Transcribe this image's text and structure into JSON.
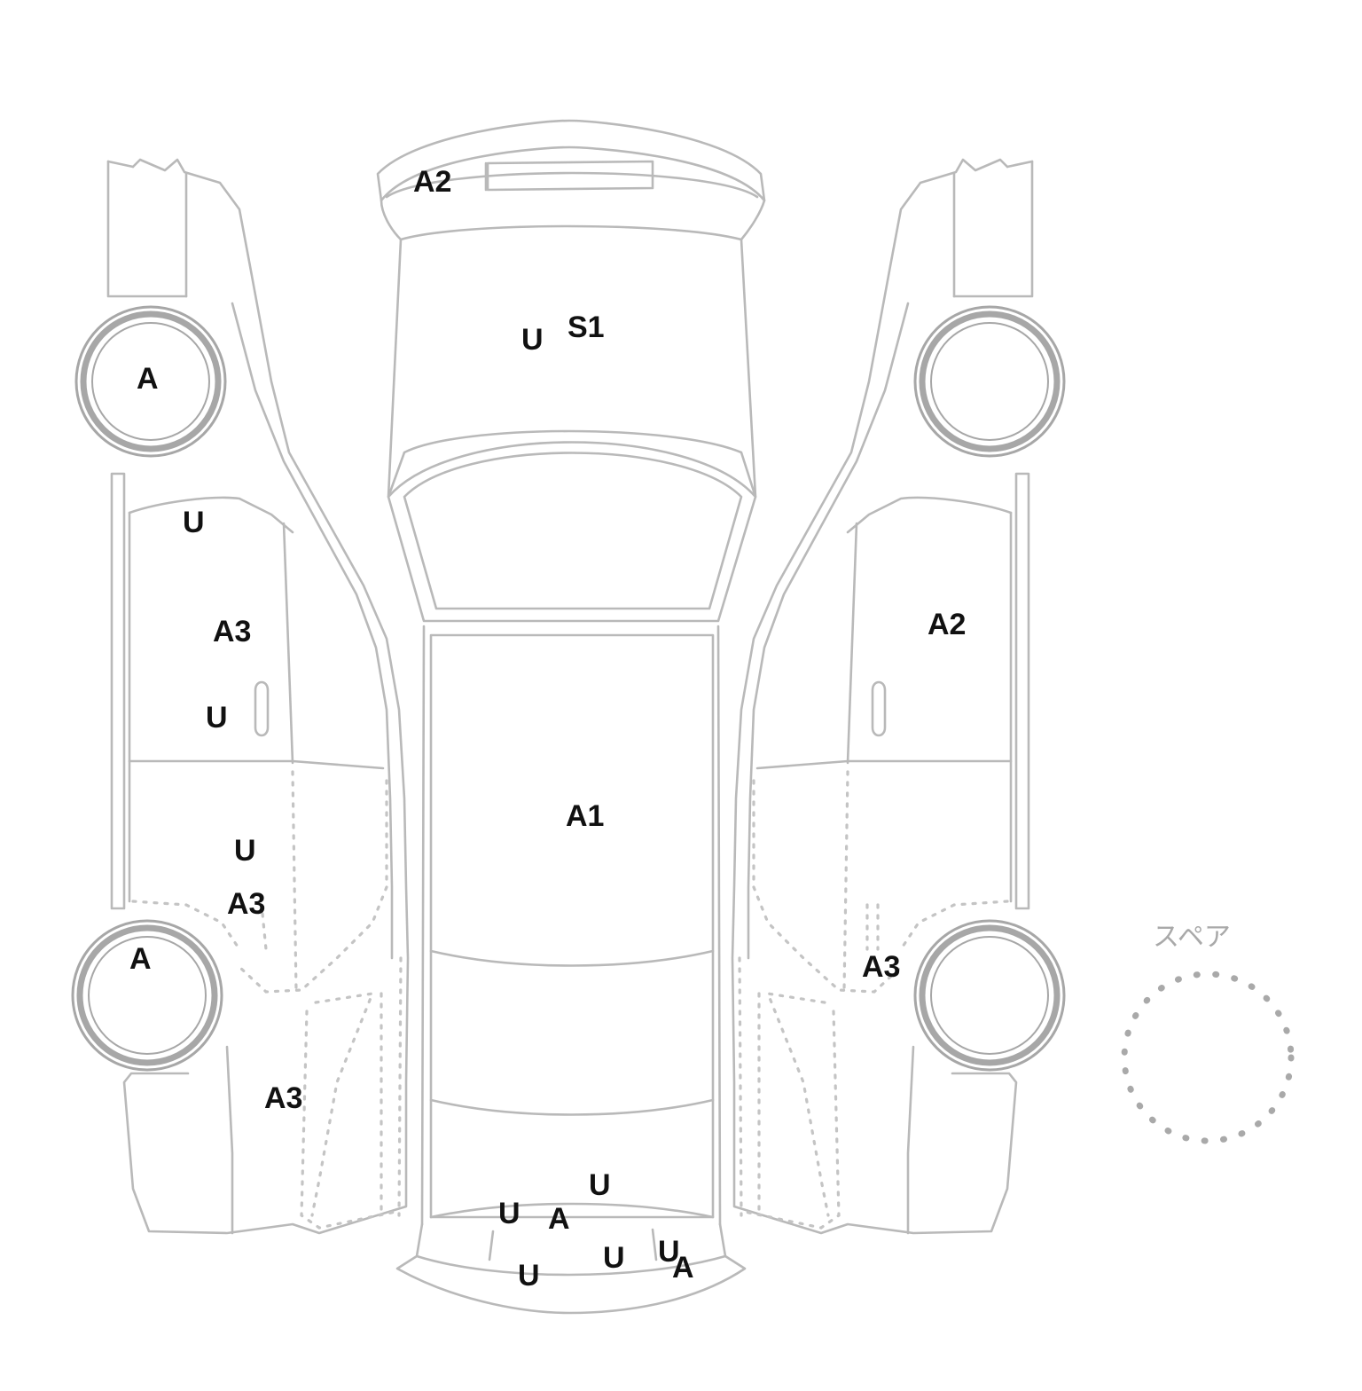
{
  "spare_label": "スペア",
  "colors": {
    "outline": "#b9b9b9",
    "marker_text": "#111111"
  },
  "markers": {
    "left_side": {
      "front_wheel": "A",
      "front_door_upper": "U",
      "front_door_mid": "A3",
      "front_door_handle": "U",
      "rear_door_upper": "U",
      "rear_door_lower": "A3",
      "rear_wheel": "A",
      "rear_quarter": "A3"
    },
    "top_view": {
      "front_bumper": "A2",
      "hood_left": "U",
      "hood_right": "S1",
      "roof": "A1",
      "rear_1": "U",
      "rear_2": "U",
      "rear_3": "A",
      "rear_4": "U",
      "rear_5": "U",
      "rear_6": "U",
      "rear_7": "A"
    },
    "right_side": {
      "front_door": "A2",
      "rear_fender": "A3"
    }
  }
}
